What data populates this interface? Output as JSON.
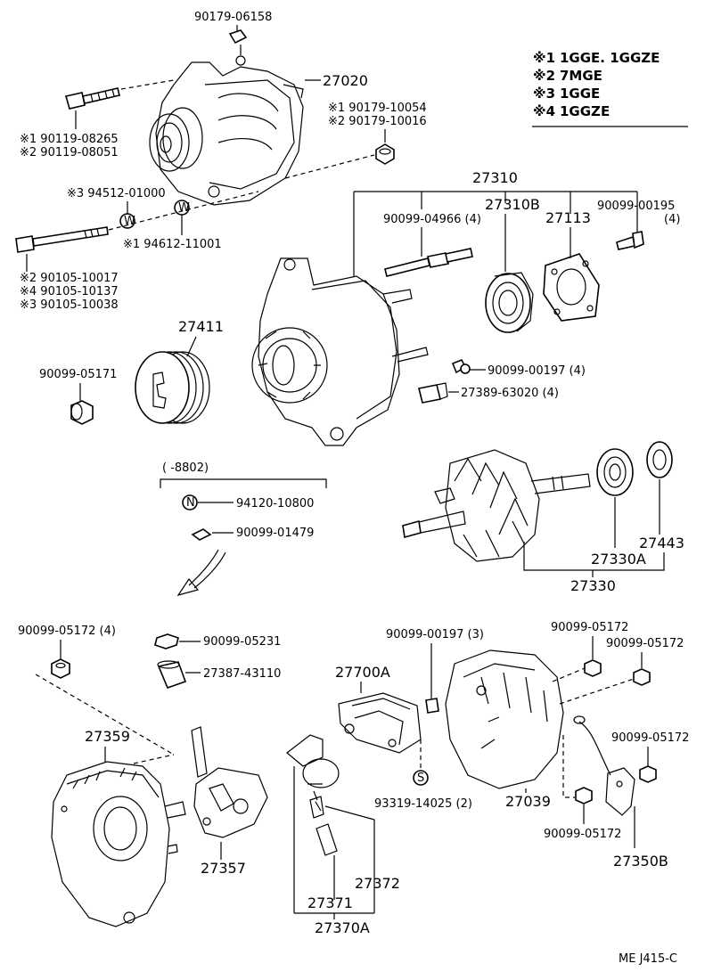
{
  "legend": {
    "items": [
      {
        "mark": "※1",
        "text": "1GGE. 1GGZE"
      },
      {
        "mark": "※2",
        "text": "7MGE"
      },
      {
        "mark": "※3",
        "text": "1GGE"
      },
      {
        "mark": "※4",
        "text": "1GGZE"
      }
    ]
  },
  "labels": {
    "l_90179_06158": "90179-06158",
    "l_27020": "27020",
    "l_bolt_a1": "※1 90119-08265",
    "l_bolt_a2": "※2 90119-08051",
    "l_nut_b1": "※1 90179-10054",
    "l_nut_b2": "※2 90179-10016",
    "l_27310": "27310",
    "l_27310b": "27310B",
    "l_27113": "27113",
    "l_90099_00195": "90099-00195",
    "l_90099_00195_q": "(4)",
    "l_90099_04966": "90099-04966 (4)",
    "l_washer_w3": "※3 94512-01000",
    "l_washer_w1": "※1 94612-11001",
    "l_bolt_c2": "※2 90105-10017",
    "l_bolt_c4": "※4 90105-10137",
    "l_bolt_c3": "※3 90105-10038",
    "l_27411": "27411",
    "l_90099_05171": "90099-05171",
    "l_90099_00197_a": "90099-00197 (4)",
    "l_27389": "27389-63020 (4)",
    "l_bracket": "(        -8802)",
    "l_94120": "94120-10800",
    "l_90099_01479": "90099-01479",
    "l_27443": "27443",
    "l_27330a": "27330A",
    "l_27330": "27330",
    "l_90099_05172_q": "90099-05172 (4)",
    "l_90099_05231": "90099-05231",
    "l_27387": "27387-43110",
    "l_90099_00197_b": "90099-00197 (3)",
    "l_27700a": "27700A",
    "l_90099_05172_a": "90099-05172",
    "l_90099_05172_b": "90099-05172",
    "l_90099_05172_c": "90099-05172",
    "l_90099_05172_d": "90099-05172",
    "l_27359": "27359",
    "l_27357": "27357",
    "l_93319": "93319-14025 (2)",
    "l_27039": "27039",
    "l_27350b": "27350B",
    "l_27372": "27372",
    "l_27371": "27371",
    "l_27370a": "27370A",
    "l_ref": "ME  J415-C"
  },
  "markers": {
    "w": "W",
    "n": "N",
    "s": "S"
  }
}
